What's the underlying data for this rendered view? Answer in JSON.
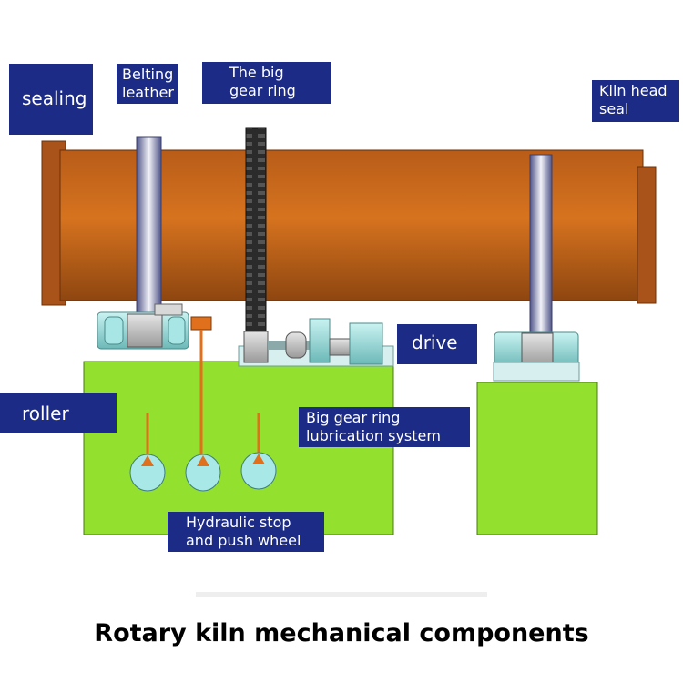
{
  "labels": {
    "sealing": "sealing",
    "belting_leather": "Belting\nleather",
    "big_gear_ring": "The big\ngear ring",
    "kiln_head_seal": "Kiln head\nseal",
    "drive": "drive",
    "roller": "roller",
    "lubrication": "Big gear ring\nlubrication system",
    "hydraulic": "Hydraulic stop\nand push wheel"
  },
  "caption": "Rotary kiln mechanical components",
  "colors": {
    "label_bg": "#1b2b86",
    "label_text": "#ffffff",
    "kiln_body": "#c0641a",
    "base": "#93e02e",
    "bearing": "#8fd9d8",
    "gear": "#333333",
    "tire": "#6a6f9a",
    "lube_line": "#e0701c"
  }
}
